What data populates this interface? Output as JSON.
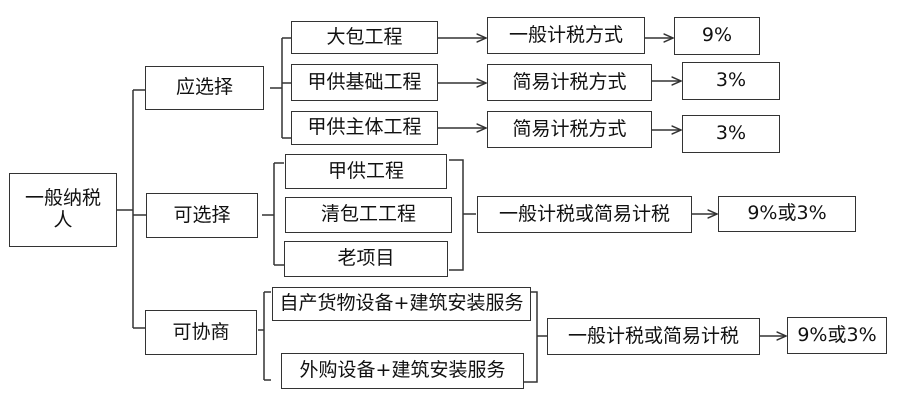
{
  "root": "一般纳税人",
  "branches": {
    "must": {
      "label": "应选择",
      "items": [
        {
          "project": "大包工程",
          "method": "一般计税方式",
          "rate": "9%"
        },
        {
          "project": "甲供基础工程",
          "method": "简易计税方式",
          "rate": "3%"
        },
        {
          "project": "甲供主体工程",
          "method": "简易计税方式",
          "rate": "3%"
        }
      ]
    },
    "optional": {
      "label": "可选择",
      "items": [
        "甲供工程",
        "清包工工程",
        "老项目"
      ],
      "method": "一般计税或简易计税",
      "rate": "9%或3%"
    },
    "negotiable": {
      "label": "可协商",
      "items": [
        "自产货物设备+建筑安装服务",
        "外购设备+建筑安装服务"
      ],
      "method": "一般计税或简易计税",
      "rate": "9%或3%"
    }
  }
}
